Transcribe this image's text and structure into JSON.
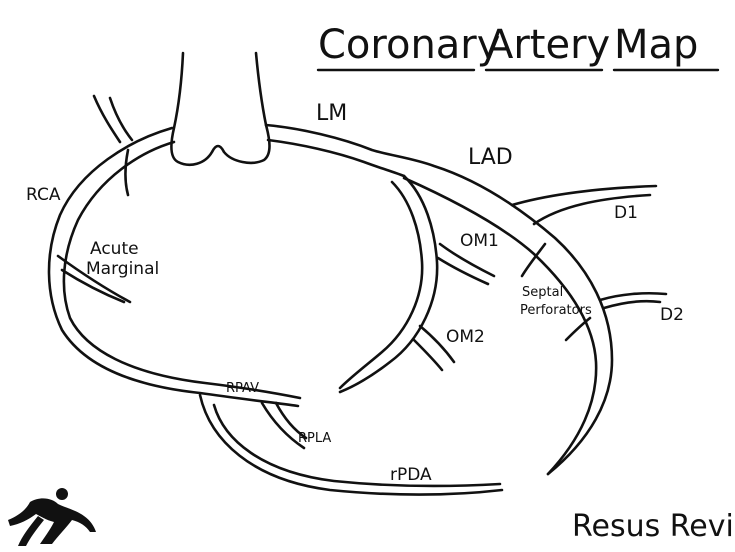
{
  "title": {
    "word1": "Coronary",
    "word2": "Artery",
    "word3": "Map"
  },
  "labels": {
    "lm": "LM",
    "lad": "LAD",
    "rca": "RCA",
    "acute_marginal_line1": "Acute",
    "acute_marginal_line2": "Marginal",
    "om1": "OM1",
    "om2": "OM2",
    "d1": "D1",
    "d2": "D2",
    "septal_line1": "Septal",
    "septal_line2": "Perforators",
    "rpav": "RPAV",
    "rpla": "RPLA",
    "rpda": "rPDA"
  },
  "brand": {
    "name": "Resus Review",
    "logo_icon": "runner-silhouette-icon"
  },
  "colors": {
    "ink": "#111111",
    "background": "#ffffff"
  }
}
